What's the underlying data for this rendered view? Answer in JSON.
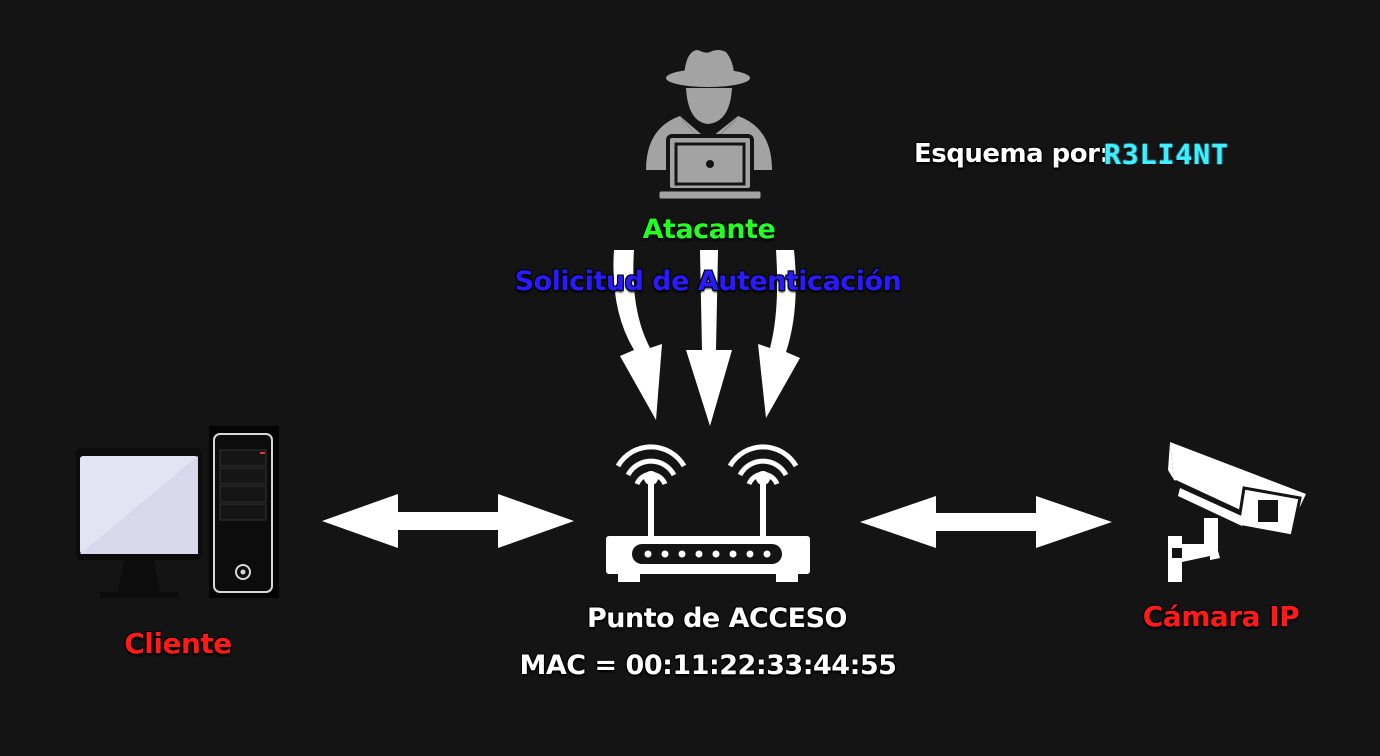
{
  "credit": {
    "label": "Esquema por:",
    "author": "R3LI4NT"
  },
  "attacker": {
    "label": "Atacante",
    "action": "Solicitud de Autenticación"
  },
  "access_point": {
    "label": "Punto de ACCESO",
    "mac": "MAC = 00:11:22:33:44:55"
  },
  "client": {
    "label": "Cliente"
  },
  "camera": {
    "label": "Cámara IP"
  },
  "colors": {
    "background": "#141414",
    "attacker_label": "#22ff22",
    "action_label": "#2a1aff",
    "device_label": "#ff1a1a",
    "author": "#3ef0ff",
    "arrows": "#ffffff"
  }
}
